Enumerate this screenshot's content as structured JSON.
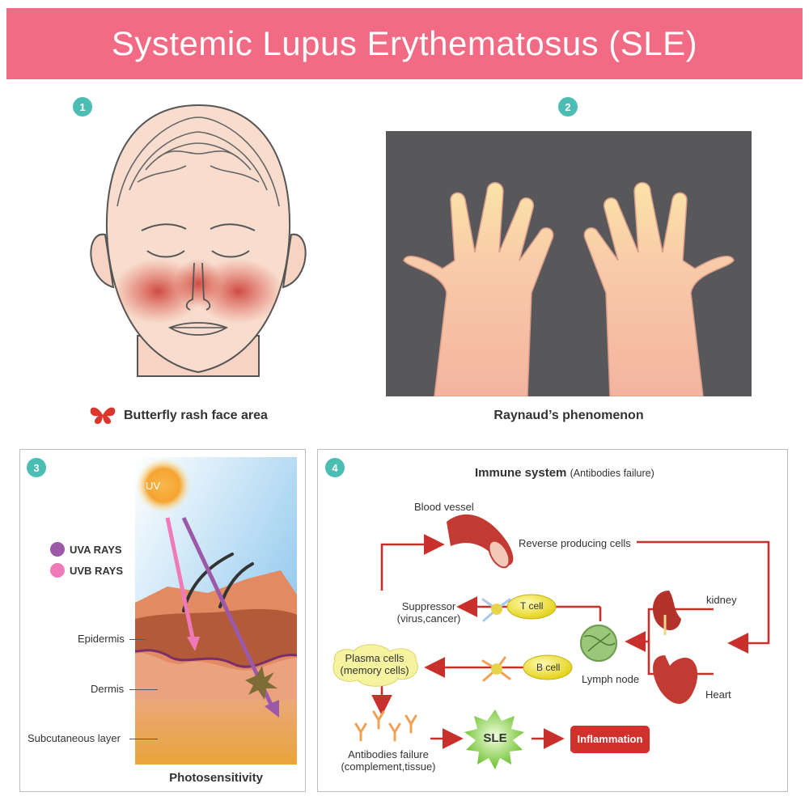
{
  "title": "Systemic Lupus Erythematosus (SLE)",
  "panel1": {
    "number": "1",
    "caption": "Butterfly rash face area"
  },
  "panel2": {
    "number": "2",
    "caption": "Raynaud’s phenomenon"
  },
  "panel3": {
    "number": "3",
    "caption": "Photosensitivity",
    "sun_label": "UV",
    "legend": [
      {
        "label": "UVA RAYS",
        "color": "#9b59a8"
      },
      {
        "label": "UVB RAYS",
        "color": "#f07ab8"
      }
    ],
    "layers": [
      "Epidermis",
      "Dermis",
      "Subcutaneous layer"
    ]
  },
  "panel4": {
    "number": "4",
    "heading_main": "Immune system",
    "heading_paren": "(Antibodies failure)",
    "blood_vessel": "Blood vessel",
    "reverse_cells": "Reverse producing cells",
    "kidney": "kidney",
    "heart": "Heart",
    "suppressor_1": "Suppressor",
    "suppressor_2": "(virus,cancer)",
    "t_cell": "T cell",
    "b_cell": "B cell",
    "lymph_node": "Lymph node",
    "plasma_1": "Plasma cells",
    "plasma_2": "(memory cells)",
    "antibodies_1": "Antibodies failure",
    "antibodies_2": "(complement,tissue)",
    "sle": "SLE",
    "inflammation": "Inflammation"
  },
  "colors": {
    "banner": "#f06b83",
    "badge": "#4bbdb2",
    "arrow": "#c9302c",
    "inflammation": "#d0312d"
  }
}
